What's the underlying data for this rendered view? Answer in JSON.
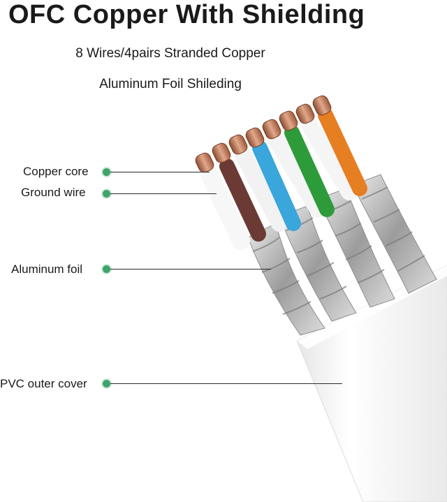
{
  "title": "OFC Copper With Shielding",
  "subtitle_1": "8 Wires/4pairs Stranded Copper",
  "subtitle_2": "Aluminum Foil Shileding",
  "labels": {
    "copper_core": "Copper core",
    "ground_wire": "Ground wire",
    "aluminum_foil": "Aluminum foil",
    "pvc_outer_cover": "PVC outer cover"
  },
  "colors": {
    "leader_dot": "#3fa36b",
    "copper": "#c98a6a",
    "wire_brown": "#6b3a34",
    "wire_blue": "#3aa6dc",
    "wire_green": "#2e9b3a",
    "wire_orange": "#e67e22",
    "foil": "#b9b9b9",
    "jacket": "#f4f4f4"
  }
}
